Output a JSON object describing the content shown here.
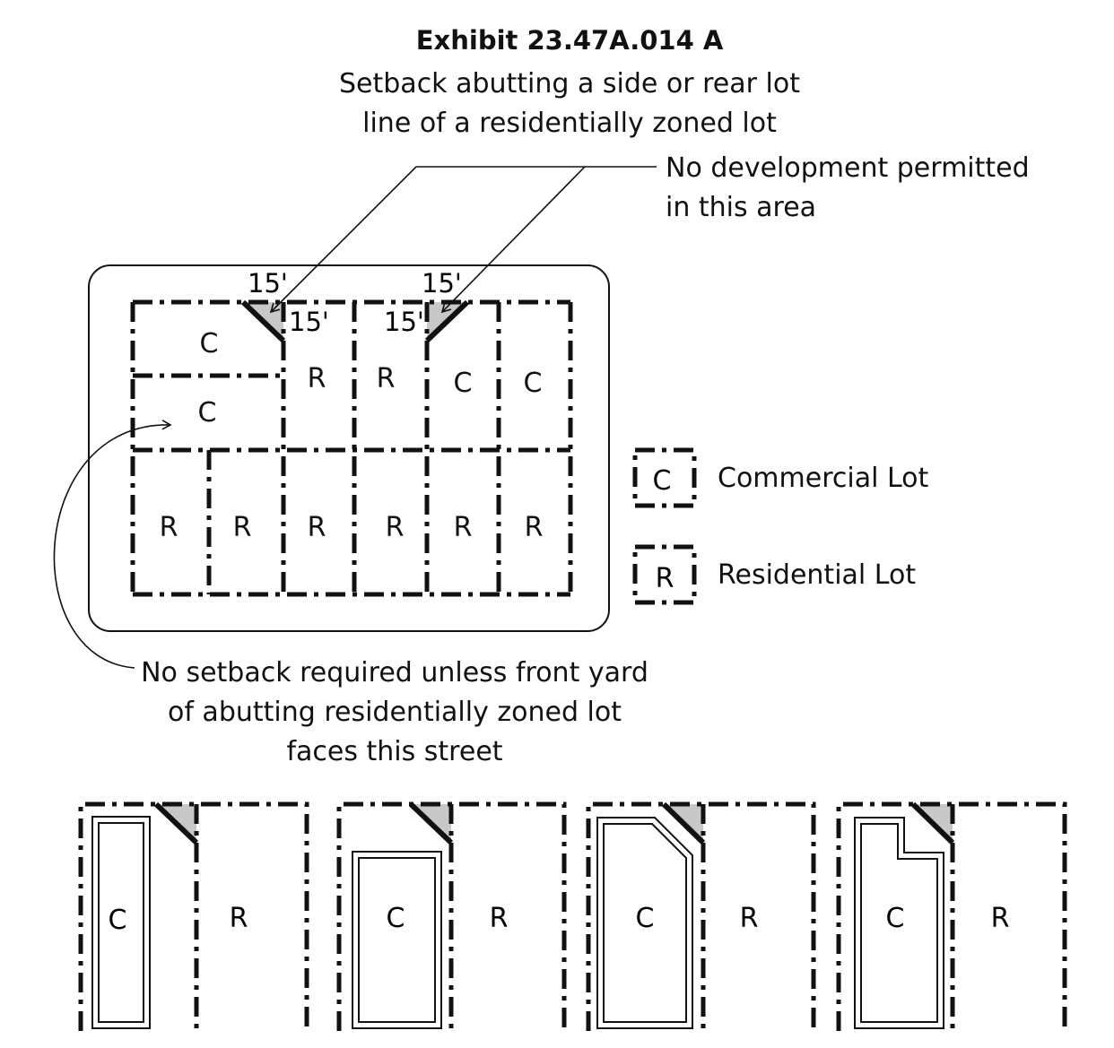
{
  "title": "Exhibit 23.47A.014 A",
  "subtitle": "Setback abutting a side or rear lot\nline of a residentially zoned lot",
  "callout_top": "No development permitted\nin this area",
  "callout_bottom": "No setback required unless front yard\nof abutting residentially zoned lot\nfaces this street",
  "dim_15": "15'",
  "commercial_code": "C",
  "residential_code": "R",
  "legend": {
    "commercial_code": "C",
    "commercial_label": "Commercial Lot",
    "residential_code": "R",
    "residential_label": "Residential Lot"
  },
  "colors": {
    "setback_fill": "#c8c8c8",
    "line": "#111111"
  }
}
